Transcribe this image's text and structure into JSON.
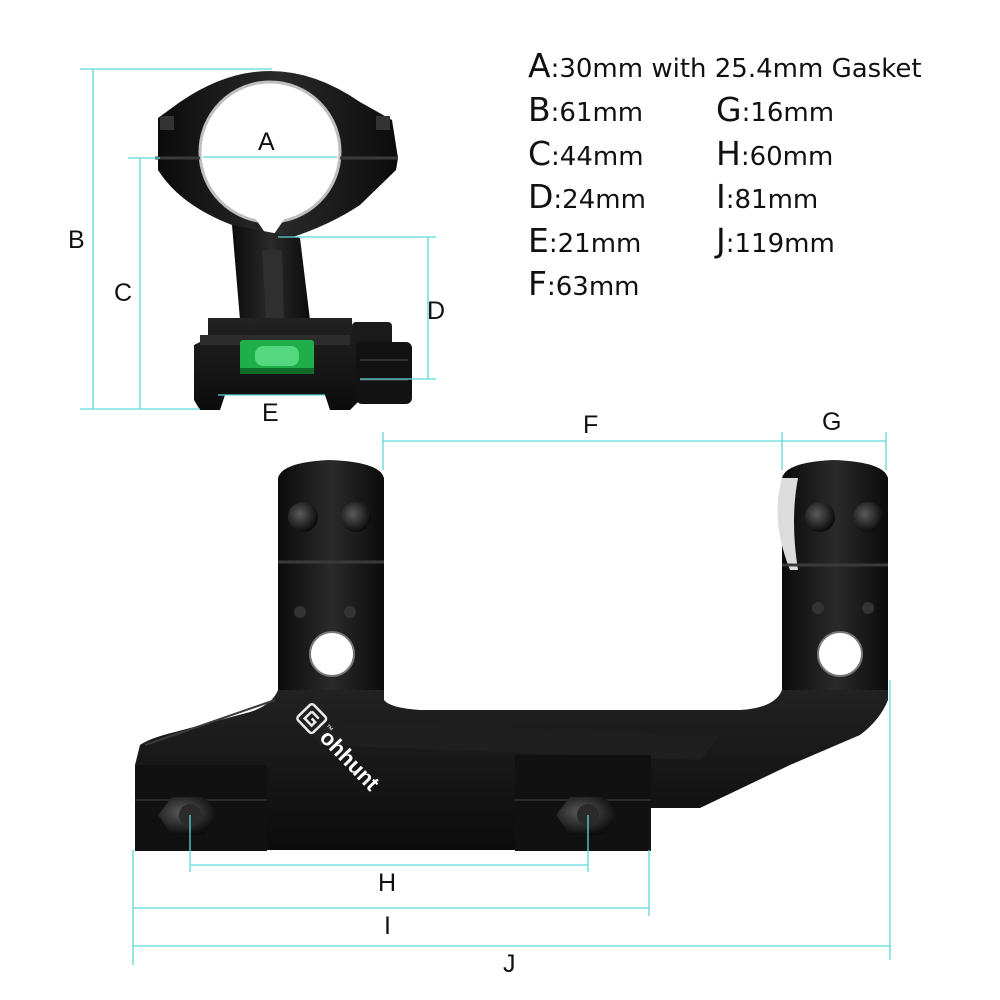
{
  "specs": {
    "A": {
      "letter": "A",
      "value": ":30mm with 25.4mm Gasket"
    },
    "B": {
      "letter": "B",
      "value": ":61mm"
    },
    "C": {
      "letter": "C",
      "value": ":44mm"
    },
    "D": {
      "letter": "D",
      "value": ":24mm"
    },
    "E": {
      "letter": "E",
      "value": ":21mm"
    },
    "F": {
      "letter": "F",
      "value": ":63mm"
    },
    "G": {
      "letter": "G",
      "value": ":16mm"
    },
    "H": {
      "letter": "H",
      "value": ":60mm"
    },
    "I": {
      "letter": "I",
      "value": ":81mm"
    },
    "J": {
      "letter": "J",
      "value": ":119mm"
    }
  },
  "dimension_labels": {
    "A": "A",
    "B": "B",
    "C": "C",
    "D": "D",
    "E": "E",
    "F": "F",
    "G": "G",
    "H": "H",
    "I": "I",
    "J": "J"
  },
  "brand": {
    "name": "ohhunt",
    "mark": "™"
  },
  "colors": {
    "dimension_line": "#5fd6d6",
    "metal": "#151515",
    "bubble_level": "#1fae4a",
    "text": "#111111"
  }
}
